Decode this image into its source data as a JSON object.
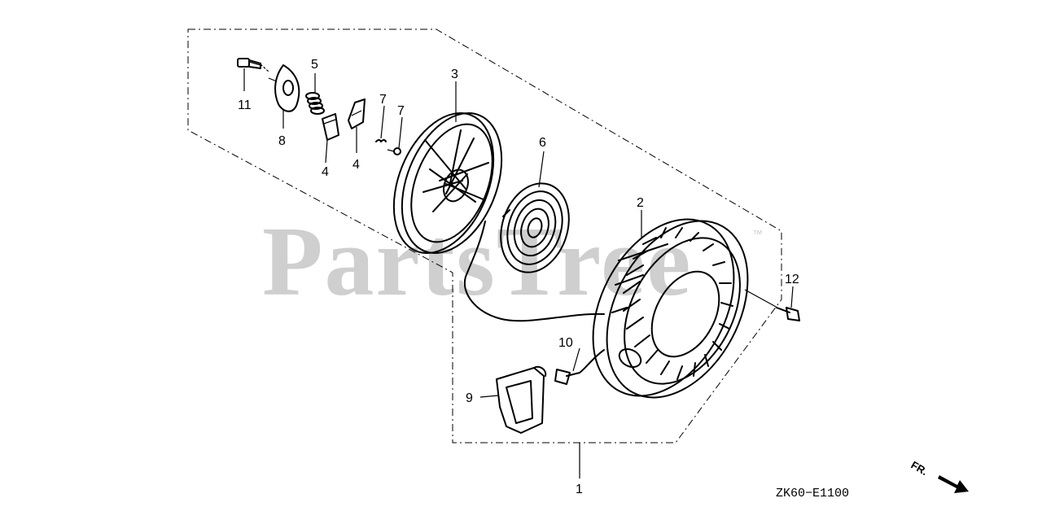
{
  "watermark": {
    "text": "PartsTree",
    "trademark": "™"
  },
  "diagram_code": "ZK60−E1100",
  "direction_label": "FR.",
  "callouts": [
    {
      "id": "c1",
      "text": "1"
    },
    {
      "id": "c2",
      "text": "2"
    },
    {
      "id": "c3",
      "text": "3"
    },
    {
      "id": "c4a",
      "text": "4"
    },
    {
      "id": "c4b",
      "text": "4"
    },
    {
      "id": "c5",
      "text": "5"
    },
    {
      "id": "c6",
      "text": "6"
    },
    {
      "id": "c7a",
      "text": "7"
    },
    {
      "id": "c7b",
      "text": "7"
    },
    {
      "id": "c8",
      "text": "8"
    },
    {
      "id": "c9",
      "text": "9"
    },
    {
      "id": "c10",
      "text": "10"
    },
    {
      "id": "c11",
      "text": "11"
    },
    {
      "id": "c12",
      "text": "12"
    }
  ]
}
